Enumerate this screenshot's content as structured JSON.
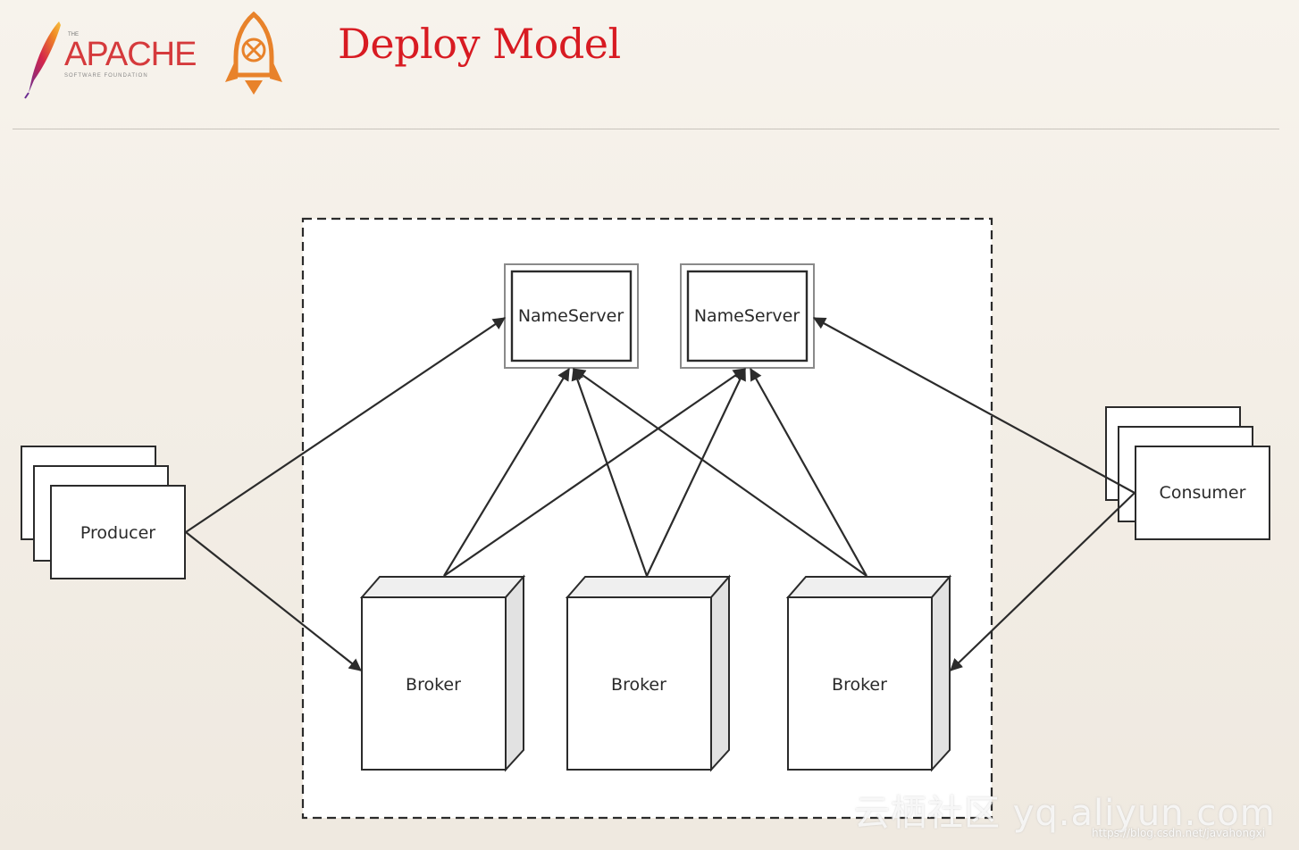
{
  "header": {
    "title": "Deploy Model",
    "apache_logo": {
      "word": "APACHE",
      "the": "THE",
      "sub": "SOFTWARE FOUNDATION"
    },
    "rocket_logo": {
      "icon": "rocketmq-icon"
    }
  },
  "diagram": {
    "nameservers": [
      {
        "label": "NameServer"
      },
      {
        "label": "NameServer"
      }
    ],
    "brokers": [
      {
        "label": "Broker"
      },
      {
        "label": "Broker"
      },
      {
        "label": "Broker"
      }
    ],
    "producer": {
      "label": "Producer"
    },
    "consumer": {
      "label": "Consumer"
    }
  },
  "watermark": {
    "brand": "云栖社区 yq.aliyun.com",
    "url": "https://blog.csdn.net/javahongxi"
  },
  "colors": {
    "title": "#d81b22",
    "apache": "#d53a3c",
    "rocket": "#e8822a",
    "line": "#2b2b2b"
  }
}
